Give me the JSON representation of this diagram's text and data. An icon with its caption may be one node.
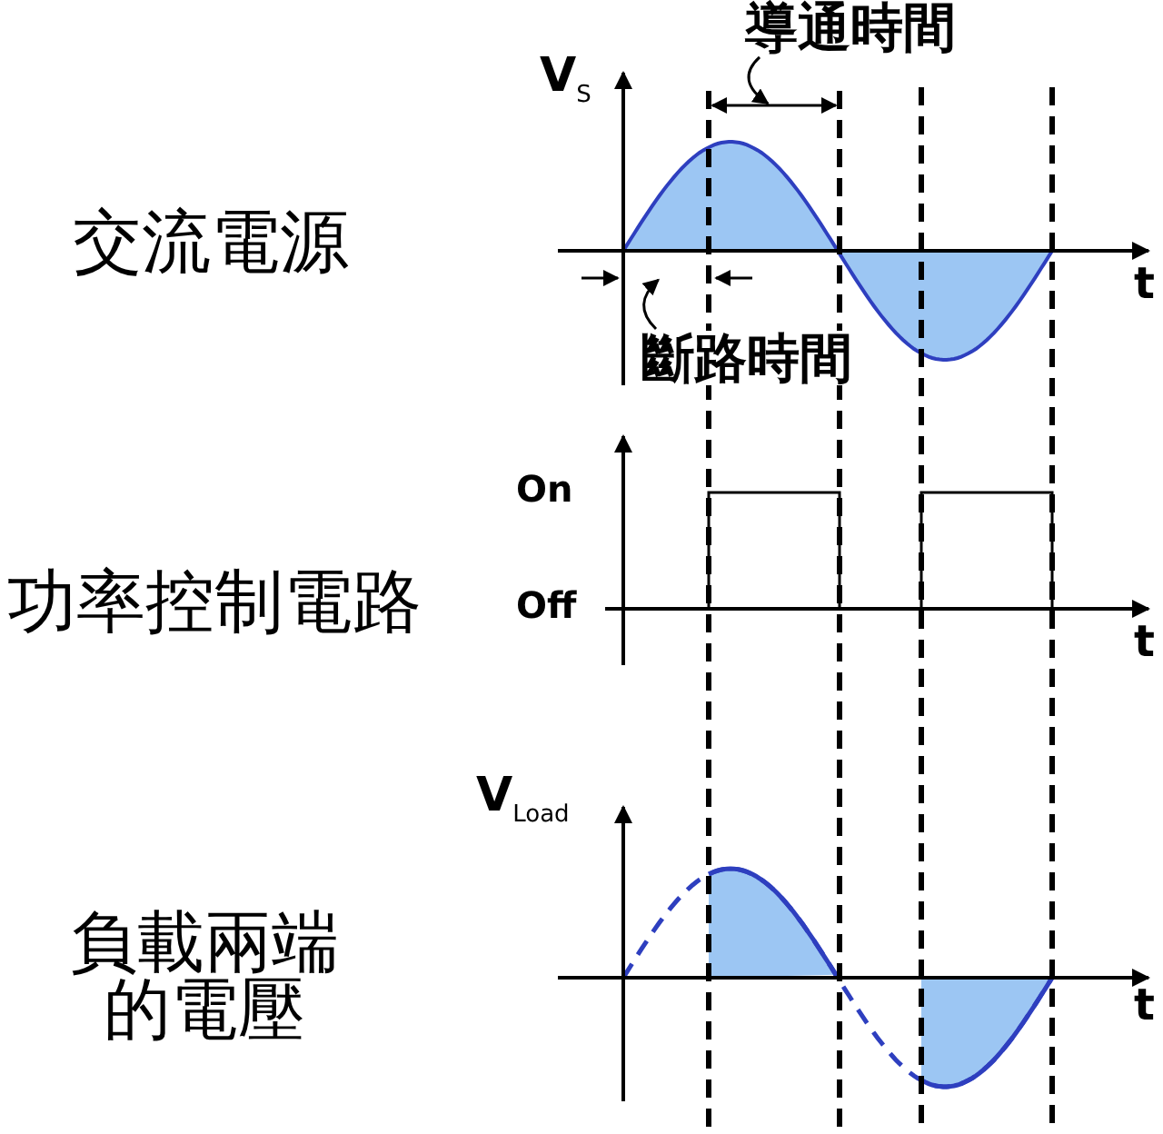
{
  "diagram": {
    "nodes": [
      {
        "text": [
          "導通時間"
        ]
      },
      {
        "text": [
          "斷路時間"
        ]
      },
      {
        "text": [],
        "shape": "line"
      },
      {
        "text": [],
        "shape": "line"
      }
    ],
    "edges": [
      {
        "from": 0,
        "to": 2,
        "arrow": "to"
      },
      {
        "from": 1,
        "to": 3,
        "arrow": "to"
      }
    ],
    "labels": [
      "V$_{S}$",
      "交流電源",
      "t",
      "On",
      "功率控制電路",
      "Off",
      "t",
      "V$_{Load}$",
      "負載兩端的電壓",
      "t"
    ]
  }
}
